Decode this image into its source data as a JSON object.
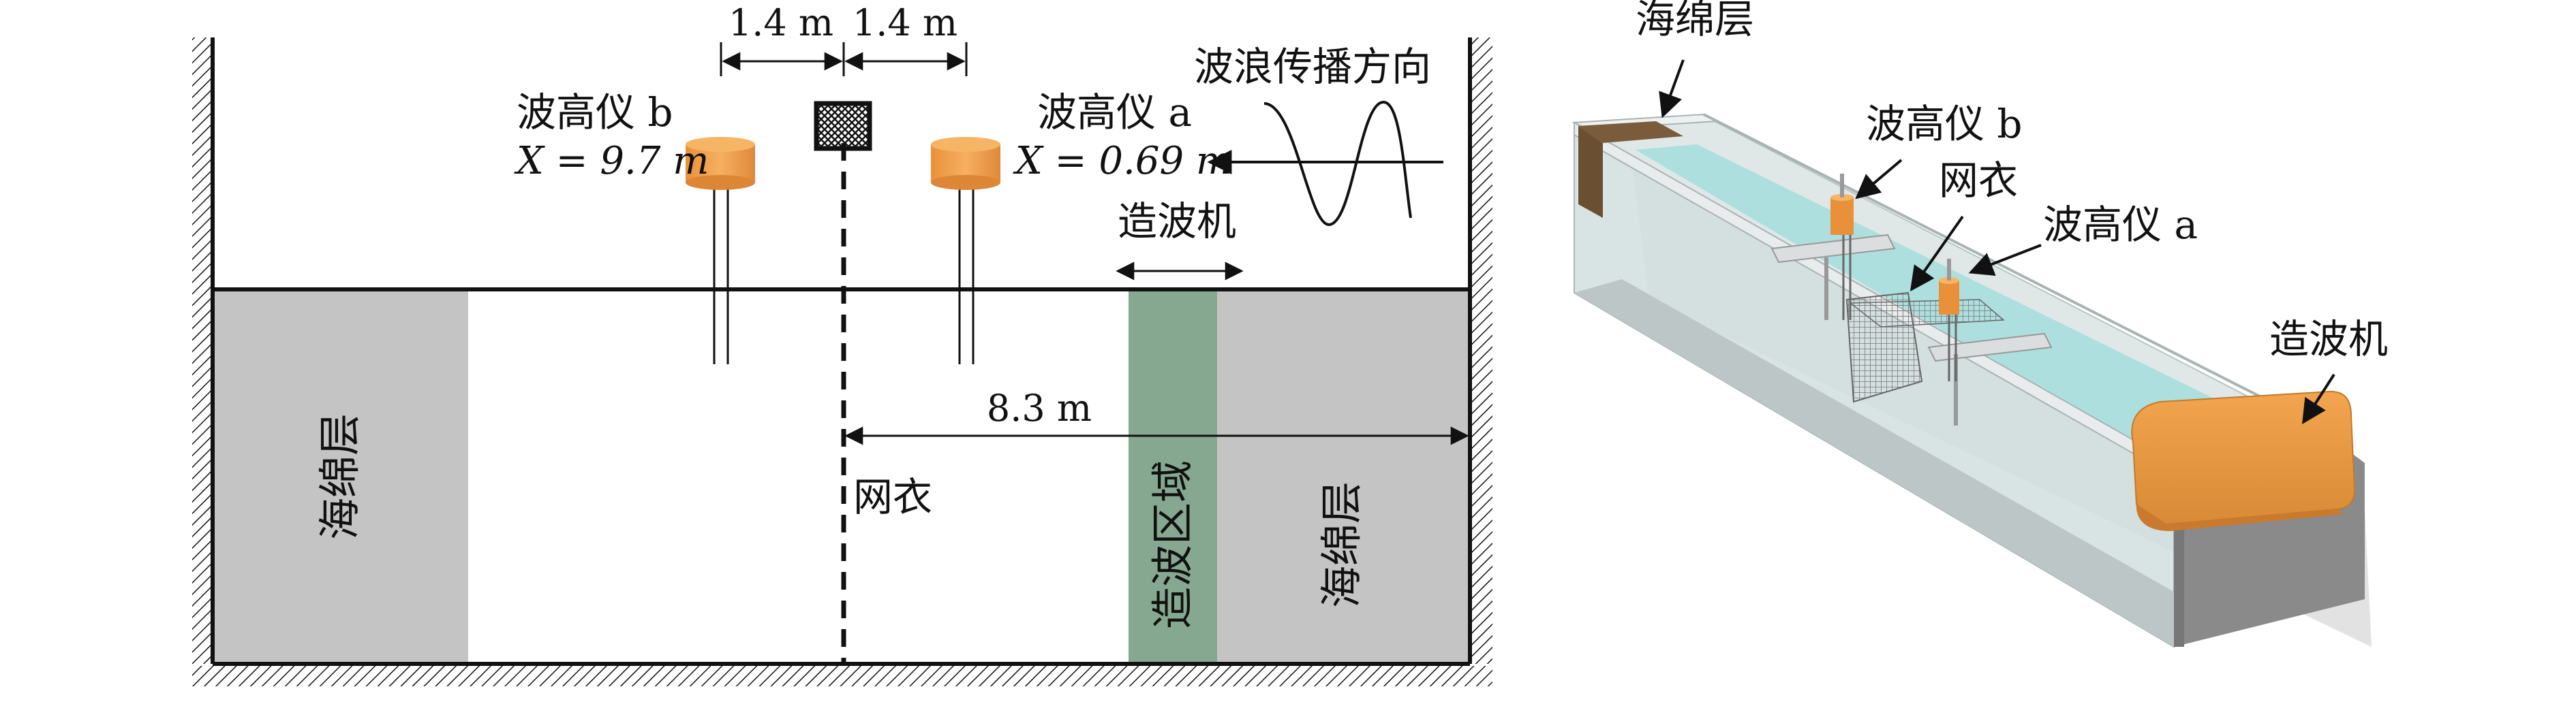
{
  "left_diagram": {
    "spacing_left": "1.4 m",
    "spacing_right": "1.4 m",
    "gauge_b_label": "波高仪 b",
    "gauge_b_position": "X = 9.7 m",
    "gauge_a_label": "波高仪 a",
    "gauge_a_position": "X = 0.69 m",
    "wave_direction_label": "波浪传播方向",
    "wavemaker_label": "造波机",
    "distance_label": "8.3 m",
    "net_label": "网衣",
    "sponge_left_label": "海绵层",
    "wave_zone_label": "造波区域",
    "sponge_right_label": "海绵层"
  },
  "right_diagram": {
    "sponge_label": "海绵层",
    "gauge_b_label": "波高仪 b",
    "net_label": "网衣",
    "gauge_a_label": "波高仪 a",
    "wavemaker_label": "造波机"
  },
  "colors": {
    "sponge_gray": "#c4c4c4",
    "wave_zone_green": "#86a890",
    "gauge_orange": "#f0a050",
    "water_cyan": "#a8dede",
    "sponge_brown": "#7a5c3c"
  }
}
